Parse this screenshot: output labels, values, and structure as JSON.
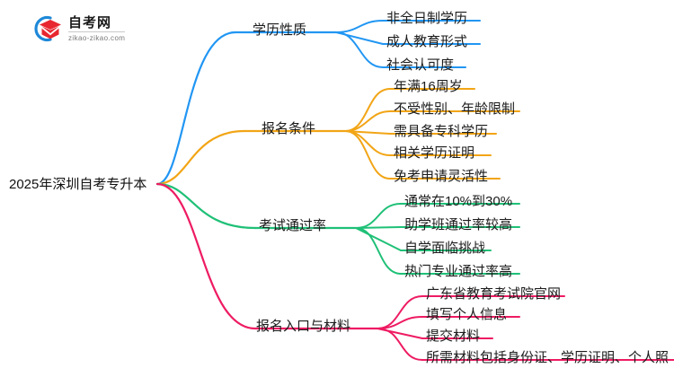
{
  "logo": {
    "name": "自考网",
    "domain": "zikao-zikao.com",
    "mark_icon": "graduation-cap-icon",
    "arc_color": "#1E88D8",
    "cap_color": "#E8262F"
  },
  "mindmap": {
    "root": {
      "label": "2025年深圳自考专升本"
    },
    "branches": [
      {
        "label": "学历性质",
        "color": "#2196F3",
        "children": [
          {
            "label": "非全日制学历"
          },
          {
            "label": "成人教育形式"
          },
          {
            "label": "社会认可度"
          }
        ]
      },
      {
        "label": "报名条件",
        "color": "#F2A516",
        "children": [
          {
            "label": "年满16周岁"
          },
          {
            "label": "不受性别、年龄限制"
          },
          {
            "label": "需具备专科学历"
          },
          {
            "label": "相关学历证明"
          },
          {
            "label": "免考申请灵活性"
          }
        ]
      },
      {
        "label": "考试通过率",
        "color": "#1FC077",
        "children": [
          {
            "label": "通常在10%到30%"
          },
          {
            "label": "助学班通过率较高"
          },
          {
            "label": "自学面临挑战"
          },
          {
            "label": "热门专业通过率高"
          }
        ]
      },
      {
        "label": "报名入口与材料",
        "color": "#EE1B63",
        "children": [
          {
            "label": "广东省教育考试院官网"
          },
          {
            "label": "填写个人信息"
          },
          {
            "label": "提交材料"
          },
          {
            "label": "所需材料包括身份证、学历证明、个人照"
          }
        ]
      }
    ]
  }
}
